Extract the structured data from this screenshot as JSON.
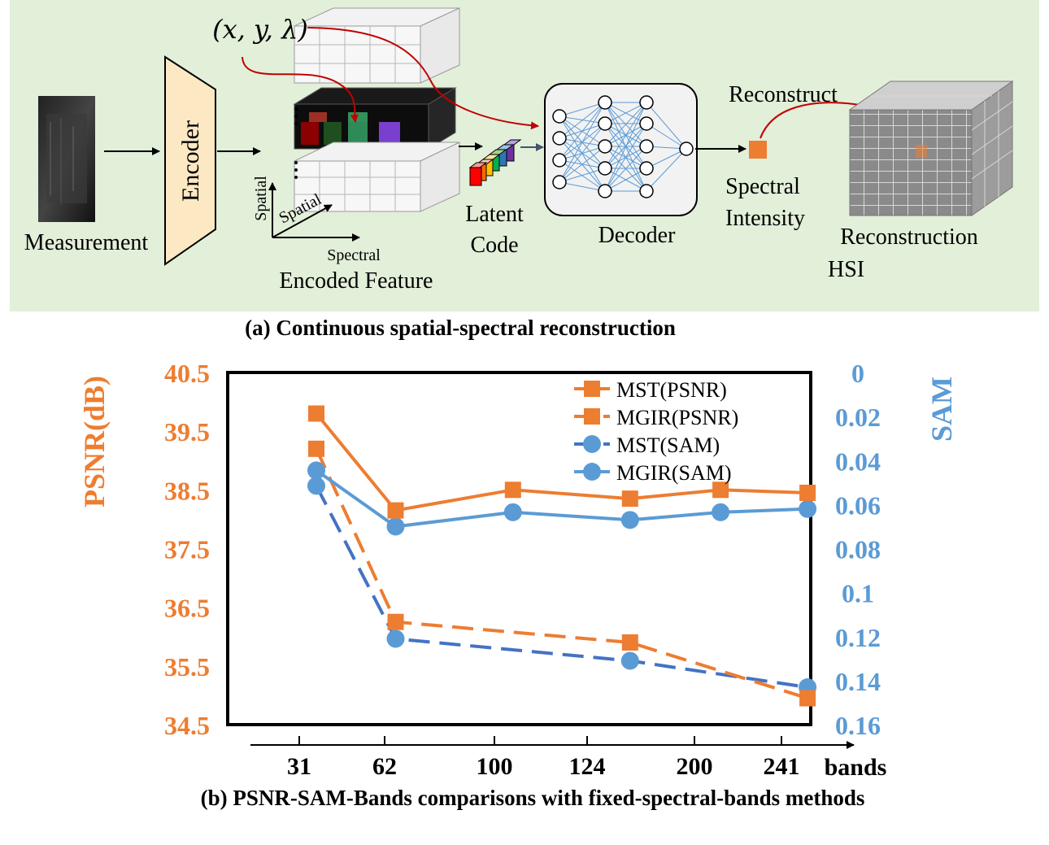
{
  "panel_a": {
    "coord_label": "(x, y, λ)",
    "measurement_label": "Measurement",
    "encoder_label": "Encoder",
    "axis_spatial_1": "Spatial",
    "axis_spatial_2": "Spatial",
    "axis_spectral": "Spectral",
    "encoded_feature_label": "Encoded Feature",
    "latent_label_1": "Latent",
    "latent_label_2": "Code",
    "decoder_label": "Decoder",
    "reconstruct_label": "Reconstruct",
    "spectral_label_1": "Spectral",
    "spectral_label_2": "Intensity",
    "hsi_label_1": "Reconstruction",
    "hsi_label_2": "HSI",
    "caption": "(a) Continuous spatial-spectral reconstruction",
    "colors": {
      "background": "#e2efd9",
      "encoder": "#fce9c4",
      "arrow_red": "#c00000",
      "spectral_point": "#ed7d31"
    }
  },
  "panel_b": {
    "caption": "(b) PSNR-SAM-Bands comparisons with fixed-spectral-bands methods"
  },
  "chart_data": {
    "type": "line",
    "categories": [
      "31",
      "62",
      "100",
      "124",
      "200",
      "241"
    ],
    "x_axis_unit_label": "bands",
    "y_left": {
      "label": "PSNR(dB)",
      "ticks": [
        "40.5",
        "39.5",
        "38.5",
        "37.5",
        "36.5",
        "35.5",
        "34.5"
      ],
      "range": [
        34.5,
        40.5
      ],
      "color": "#ed7d31"
    },
    "y_right": {
      "label": "SAM",
      "ticks": [
        "0",
        "0.02",
        "0.04",
        "0.06",
        "0.08",
        "0.1",
        "0.12",
        "0.14",
        "0.16"
      ],
      "range": [
        0.16,
        0
      ],
      "inverted": true,
      "color": "#5b9bd5"
    },
    "legend_position": "top-right",
    "series": [
      {
        "name": "MST(PSNR)",
        "axis": "left",
        "style": "solid",
        "marker": "square",
        "color": "#ed7d31",
        "points": [
          [
            0.2,
            39.8
          ],
          [
            1.1,
            38.15
          ],
          [
            2.2,
            38.5
          ],
          [
            3.4,
            38.35
          ],
          [
            4.3,
            38.5
          ],
          [
            5.3,
            38.45
          ]
        ]
      },
      {
        "name": "MGIR(PSNR)",
        "axis": "left",
        "style": "dashed",
        "marker": "square",
        "color": "#ed7d31",
        "points": [
          [
            0.2,
            39.2
          ],
          [
            1.1,
            36.25
          ],
          [
            3.4,
            35.9
          ],
          [
            5.3,
            34.95
          ]
        ]
      },
      {
        "name": "MST(SAM)",
        "axis": "right",
        "style": "dashed",
        "marker": "circle",
        "color": "#4472c4",
        "points": [
          [
            0.2,
            0.0515
          ],
          [
            1.1,
            0.121
          ],
          [
            3.4,
            0.131
          ],
          [
            5.3,
            0.143
          ]
        ]
      },
      {
        "name": "MGIR(SAM)",
        "axis": "right",
        "style": "solid",
        "marker": "circle",
        "color": "#5b9bd5",
        "points": [
          [
            0.2,
            0.0445
          ],
          [
            1.1,
            0.07
          ],
          [
            2.2,
            0.0635
          ],
          [
            3.4,
            0.067
          ],
          [
            4.3,
            0.0635
          ],
          [
            5.3,
            0.062
          ]
        ]
      }
    ]
  }
}
